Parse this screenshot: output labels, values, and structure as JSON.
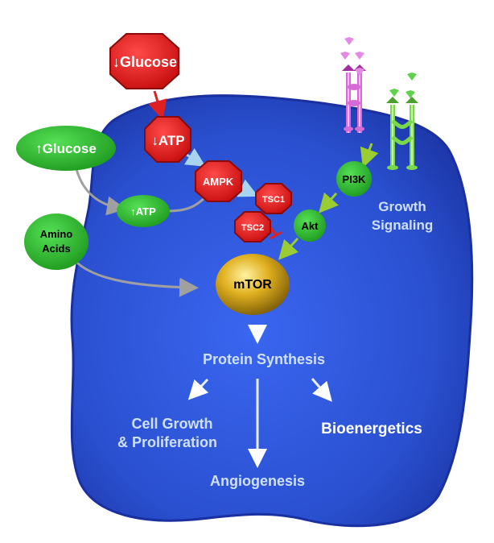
{
  "nodes": {
    "glucose_low": "↓Glucose",
    "atp_low": "↓ATP",
    "ampk": "AMPK",
    "tsc1": "TSC1",
    "tsc2": "TSC2",
    "glucose_high": "↑Glucose",
    "atp_high": "↑ATP",
    "amino_acids_line1": "Amino",
    "amino_acids_line2": "Acids",
    "pi3k": "PI3K",
    "akt": "Akt",
    "mtor": "mTOR"
  },
  "labels": {
    "growth_signaling_line1": "Growth",
    "growth_signaling_line2": "Signaling",
    "protein_synthesis": "Protein Synthesis",
    "cell_growth_line1": "Cell Growth",
    "cell_growth_line2": "& Proliferation",
    "bioenergetics": "Bioenergetics",
    "angiogenesis": "Angiogenesis"
  },
  "colors": {
    "cell_fill": "#2f55d6",
    "cell_border": "#1a2fa0",
    "stop_red": "#e01b1b",
    "green_node": "#2ebd2e",
    "mtor_gold": "#c9a21a",
    "receptor_pink": "#d66bd6",
    "receptor_green": "#7ad94a",
    "arrow_red": "#e02020",
    "arrow_lightblue": "#a8d4f0",
    "arrow_green": "#9acd32",
    "arrow_gray": "#a0a0a0",
    "arrow_white": "#ffffff"
  },
  "icons": [
    "stop-octagon",
    "receptor-pink",
    "receptor-green"
  ]
}
